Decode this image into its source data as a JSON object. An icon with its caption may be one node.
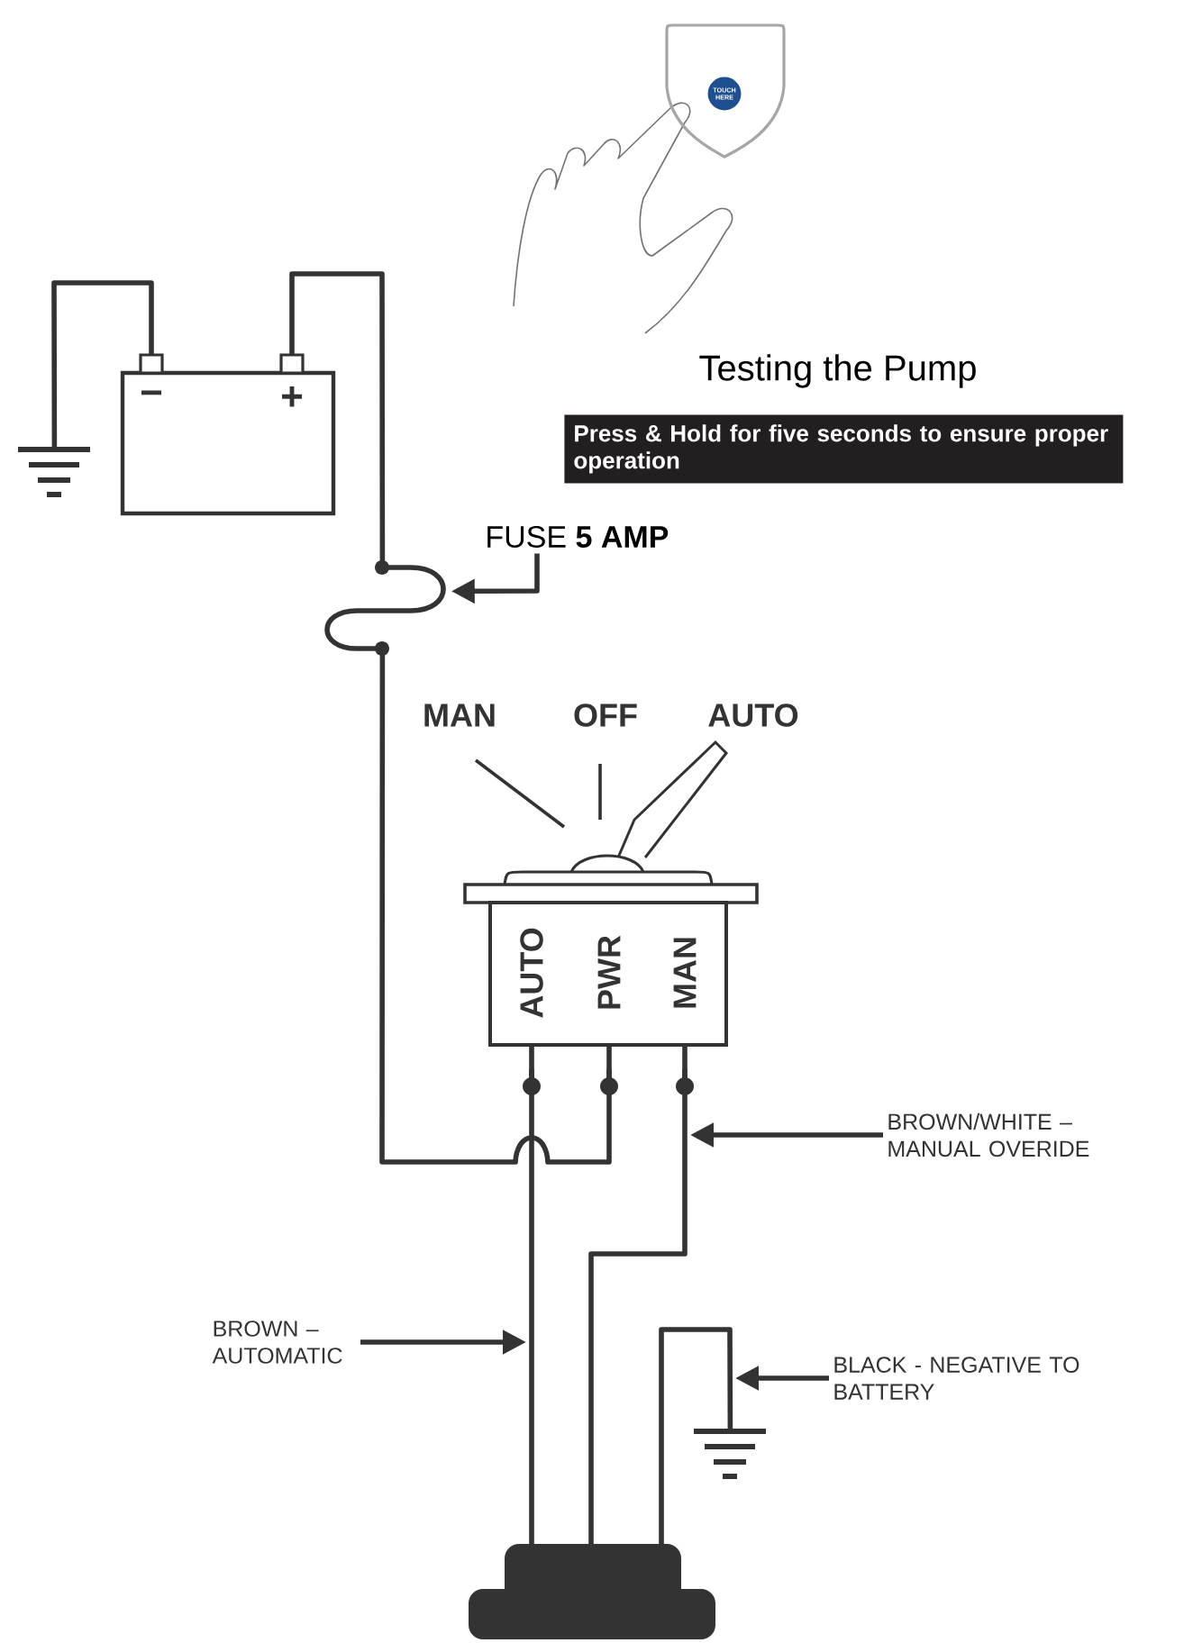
{
  "diagram": {
    "title": "Testing the Pump",
    "nodes": [
      {
        "text": [
          "TOUCH HERE"
        ]
      },
      {
        "text": [
          "−",
          "+"
        ]
      },
      {
        "text": [],
        "shape": "ground"
      },
      {
        "text": [
          "Press & Hold for five seconds to ensure proper operation"
        ]
      },
      {
        "text": [
          "FUSE **5 AMP**"
        ]
      },
      {
        "text": [],
        "shape": "fuse"
      },
      {
        "text": [
          "AUTO",
          "PWR",
          "MAN"
        ],
        "beside": [
          "MAN",
          "OFF",
          "AUTO"
        ]
      },
      {
        "text": [
          "BROWN/WHITE – MANUAL OVERIDE"
        ]
      },
      {
        "text": [
          "BROWN – AUTOMATIC"
        ]
      },
      {
        "text": [
          "BLACK - NEGATIVE TO BATTERY"
        ]
      },
      {
        "text": [],
        "shape": "ground"
      },
      {
        "text": [],
        "shape": "box"
      }
    ],
    "edges": [
      {
        "from": 1,
        "to": 2,
        "arrow": "none"
      },
      {
        "from": 1,
        "to": 5,
        "arrow": "none"
      },
      {
        "from": 5,
        "to": 6,
        "arrow": "none"
      },
      {
        "from": 6,
        "to": 11,
        "arrow": "none"
      },
      {
        "from": 6,
        "to": 11,
        "arrow": "none"
      },
      {
        "from": 11,
        "to": 10,
        "arrow": "none"
      },
      {
        "from": 4,
        "to": 5,
        "arrow": "to"
      },
      {
        "from": 7,
        "to": null,
        "arrow": "to"
      },
      {
        "from": 8,
        "to": null,
        "arrow": "to"
      },
      {
        "from": 9,
        "to": null,
        "arrow": "to"
      }
    ]
  }
}
